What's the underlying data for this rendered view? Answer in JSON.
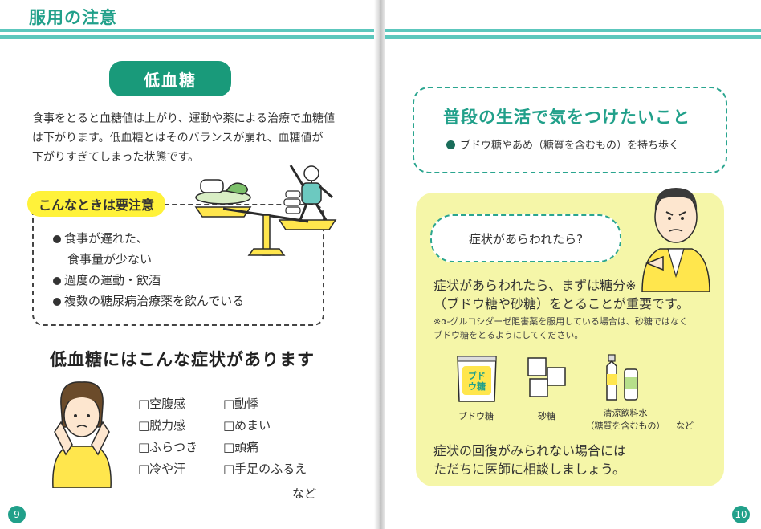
{
  "left_page": {
    "header_title": "服用の注意",
    "badge": "低血糖",
    "para": [
      "食事をとると血糖値は上がり、運動や薬による治療で血糖値",
      "は下がります。低血糖とはそのバランスが崩れ、血糖値が",
      "下がりすぎてしまった状態です。"
    ],
    "caution_title": "こんなときは要注意",
    "caution_items": [
      "食事が遅れた、",
      "食事量が少ない",
      "過度の運動・飲酒",
      "複数の糖尿病治療薬を飲んでいる"
    ],
    "symptom_title": "低血糖にはこんな症状があります",
    "symptoms_col1": [
      "□空腹感",
      "□脱力感",
      "□ふらつき",
      "□冷や汗"
    ],
    "symptoms_col2": [
      "□動悸",
      "□めまい",
      "□頭痛",
      "□手足のふるえ"
    ],
    "symptoms_etc": "など",
    "page_number": "9"
  },
  "right_page": {
    "tip_title": "普段の生活で気をつけたいこと",
    "tip_item": "ブドウ糖やあめ（糖質を含むもの）を持ち歩く",
    "bubble": "症状があらわれたら?",
    "main_text": [
      "症状があらわれたら、まずは糖分※",
      "（ブドウ糖や砂糖）をとることが重要です。"
    ],
    "note": [
      "※α-グルコシダーゼ阻害薬を服用している場合は、砂糖ではなく",
      "ブドウ糖をとるようにしてください。"
    ],
    "glucose_pack_text": "ブドウ糖",
    "items": [
      {
        "label": "ブドウ糖"
      },
      {
        "label": "砂糖"
      },
      {
        "label": "清涼飲料水\n（糖質を含むもの）"
      }
    ],
    "items_etc": "など",
    "bottom_text": [
      "症状の回復がみられない場合には",
      "ただちに医師に相談しましょう。"
    ],
    "page_number": "10"
  },
  "colors": {
    "accent_green": "#21a08a",
    "stripe": "#5cc7bd",
    "highlight_yellow": "#fff23a",
    "panel_yellow": "#f5f6a8"
  }
}
